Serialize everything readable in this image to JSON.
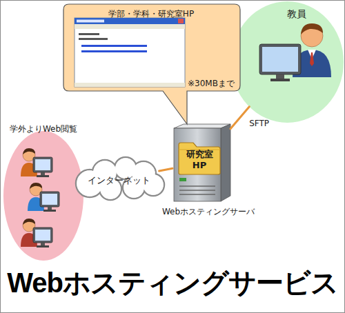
{
  "diagram": {
    "title": "Webホスティングサービス",
    "nodes": [
      {
        "text": [
          "学部・学科・研究室HP",
          "※30MBまで"
        ]
      },
      {
        "text": [
          "教員"
        ]
      },
      {
        "text": [
          "学外よりWeb閲覧"
        ]
      },
      {
        "text": [
          "インターネット"
        ]
      },
      {
        "text": [
          "Webホスティングサーバ"
        ]
      },
      {
        "text": [
          "研究室HP"
        ],
        "in": 4
      }
    ],
    "edges": [
      {
        "from": 2,
        "to": 3,
        "arrow": "none"
      },
      {
        "from": 3,
        "to": 4,
        "arrow": "none"
      },
      {
        "from": 1,
        "to": 4,
        "label": "SFTP",
        "arrow": "none"
      }
    ]
  }
}
